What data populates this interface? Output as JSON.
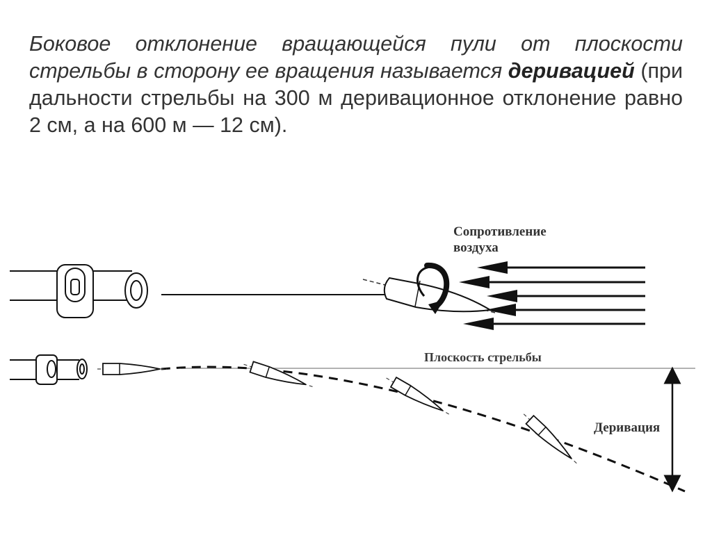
{
  "intro": {
    "part1": "Боковое отклонение вращающейся пули от плоскости стрельбы в сторону ее вращения называется ",
    "term": "деривацией",
    "part2": " (при дальности стрельбы на 300 м деривационное отклонение равно 2 см, а на 600 м — 12 см)."
  },
  "labels": {
    "air_resistance": "Сопротивление воздуха",
    "firing_plane": "Плоскость стрельбы",
    "derivation": "Деривация"
  },
  "colors": {
    "text": "#333333",
    "line": "#111111",
    "plane_line": "#999999"
  }
}
